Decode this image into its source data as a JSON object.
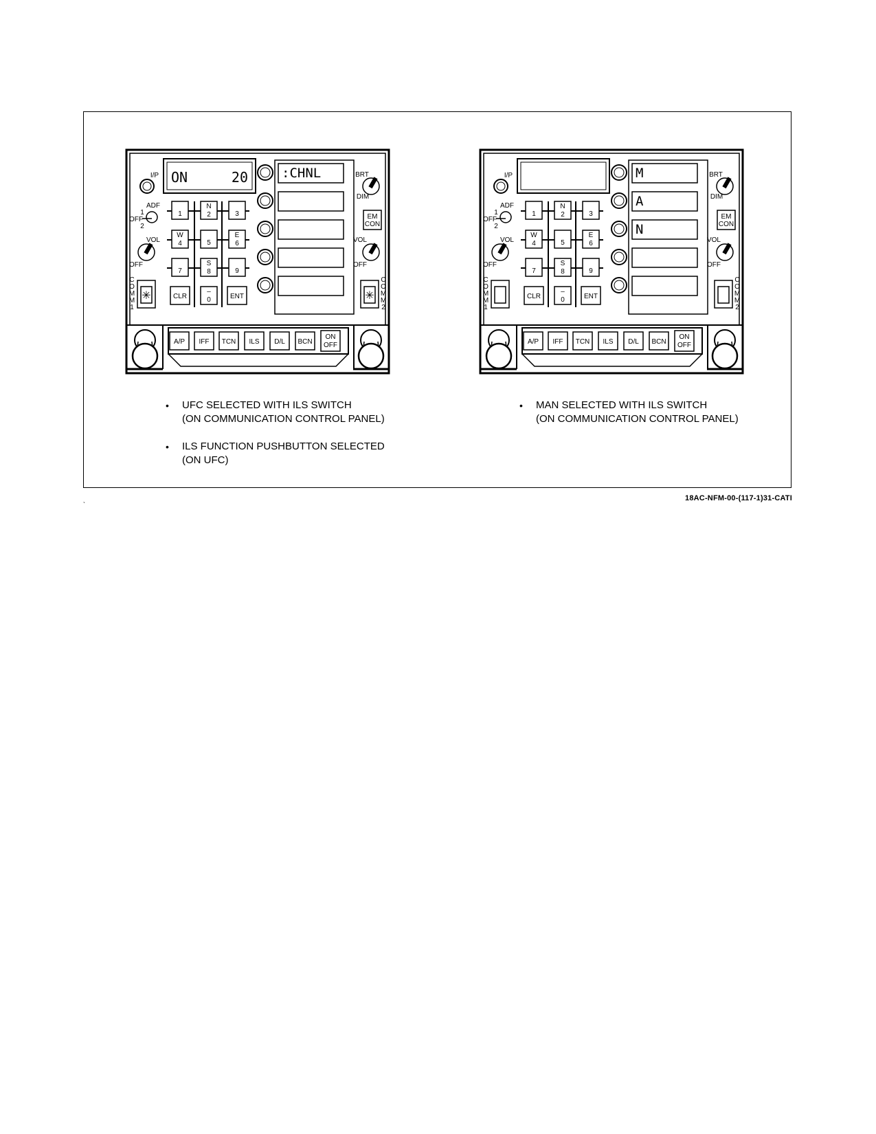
{
  "figure_id": "18AC-NFM-00-(117-1)31-CATI",
  "labels": {
    "ip": "I/P",
    "adf": "ADF",
    "adf_1": "1",
    "adf_off": "OFF",
    "adf_2": "2",
    "vol": "VOL",
    "off": "OFF",
    "brt": "BRT",
    "dim": "DIM",
    "em": "EM",
    "con": "CON",
    "comm_1": [
      "C",
      "O",
      "M",
      "M",
      "1"
    ],
    "comm_2": [
      "C",
      "O",
      "M",
      "M",
      "2"
    ]
  },
  "keypad": [
    {
      "top": "",
      "main": "1"
    },
    {
      "top": "N",
      "main": "2"
    },
    {
      "top": "",
      "main": "3"
    },
    {
      "top": "W",
      "main": "4"
    },
    {
      "top": "",
      "main": "5"
    },
    {
      "top": "E",
      "main": "6"
    },
    {
      "top": "",
      "main": "7"
    },
    {
      "top": "S",
      "main": "8"
    },
    {
      "top": "",
      "main": "9"
    },
    {
      "top": "",
      "main": "CLR"
    },
    {
      "top": "–",
      "main": "0"
    },
    {
      "top": "",
      "main": "ENT"
    }
  ],
  "function_buttons": [
    "A/P",
    "IFF",
    "TCN",
    "ILS",
    "D/L",
    "BCN"
  ],
  "onoff_button": [
    "ON",
    "OFF"
  ],
  "panels": [
    {
      "scratchpad_left": "ON",
      "scratchpad_right": "20",
      "options": [
        ":CHNL",
        "",
        "",
        "",
        ""
      ],
      "comm_knob_symbol": "✳"
    },
    {
      "scratchpad_left": "",
      "scratchpad_right": "",
      "options": [
        "M",
        "A",
        "N",
        "",
        ""
      ],
      "comm_knob_symbol": ""
    }
  ],
  "notes": [
    [
      {
        "line1": "UFC SELECTED WITH ILS SWITCH",
        "line2": "(ON COMMUNICATION CONTROL PANEL)"
      },
      {
        "line1": "ILS FUNCTION PUSHBUTTON SELECTED",
        "line2": "(ON UFC)"
      }
    ],
    [
      {
        "line1": "MAN SELECTED WITH ILS SWITCH",
        "line2": "(ON COMMUNICATION CONTROL PANEL)"
      }
    ]
  ],
  "bullet_char": "•"
}
